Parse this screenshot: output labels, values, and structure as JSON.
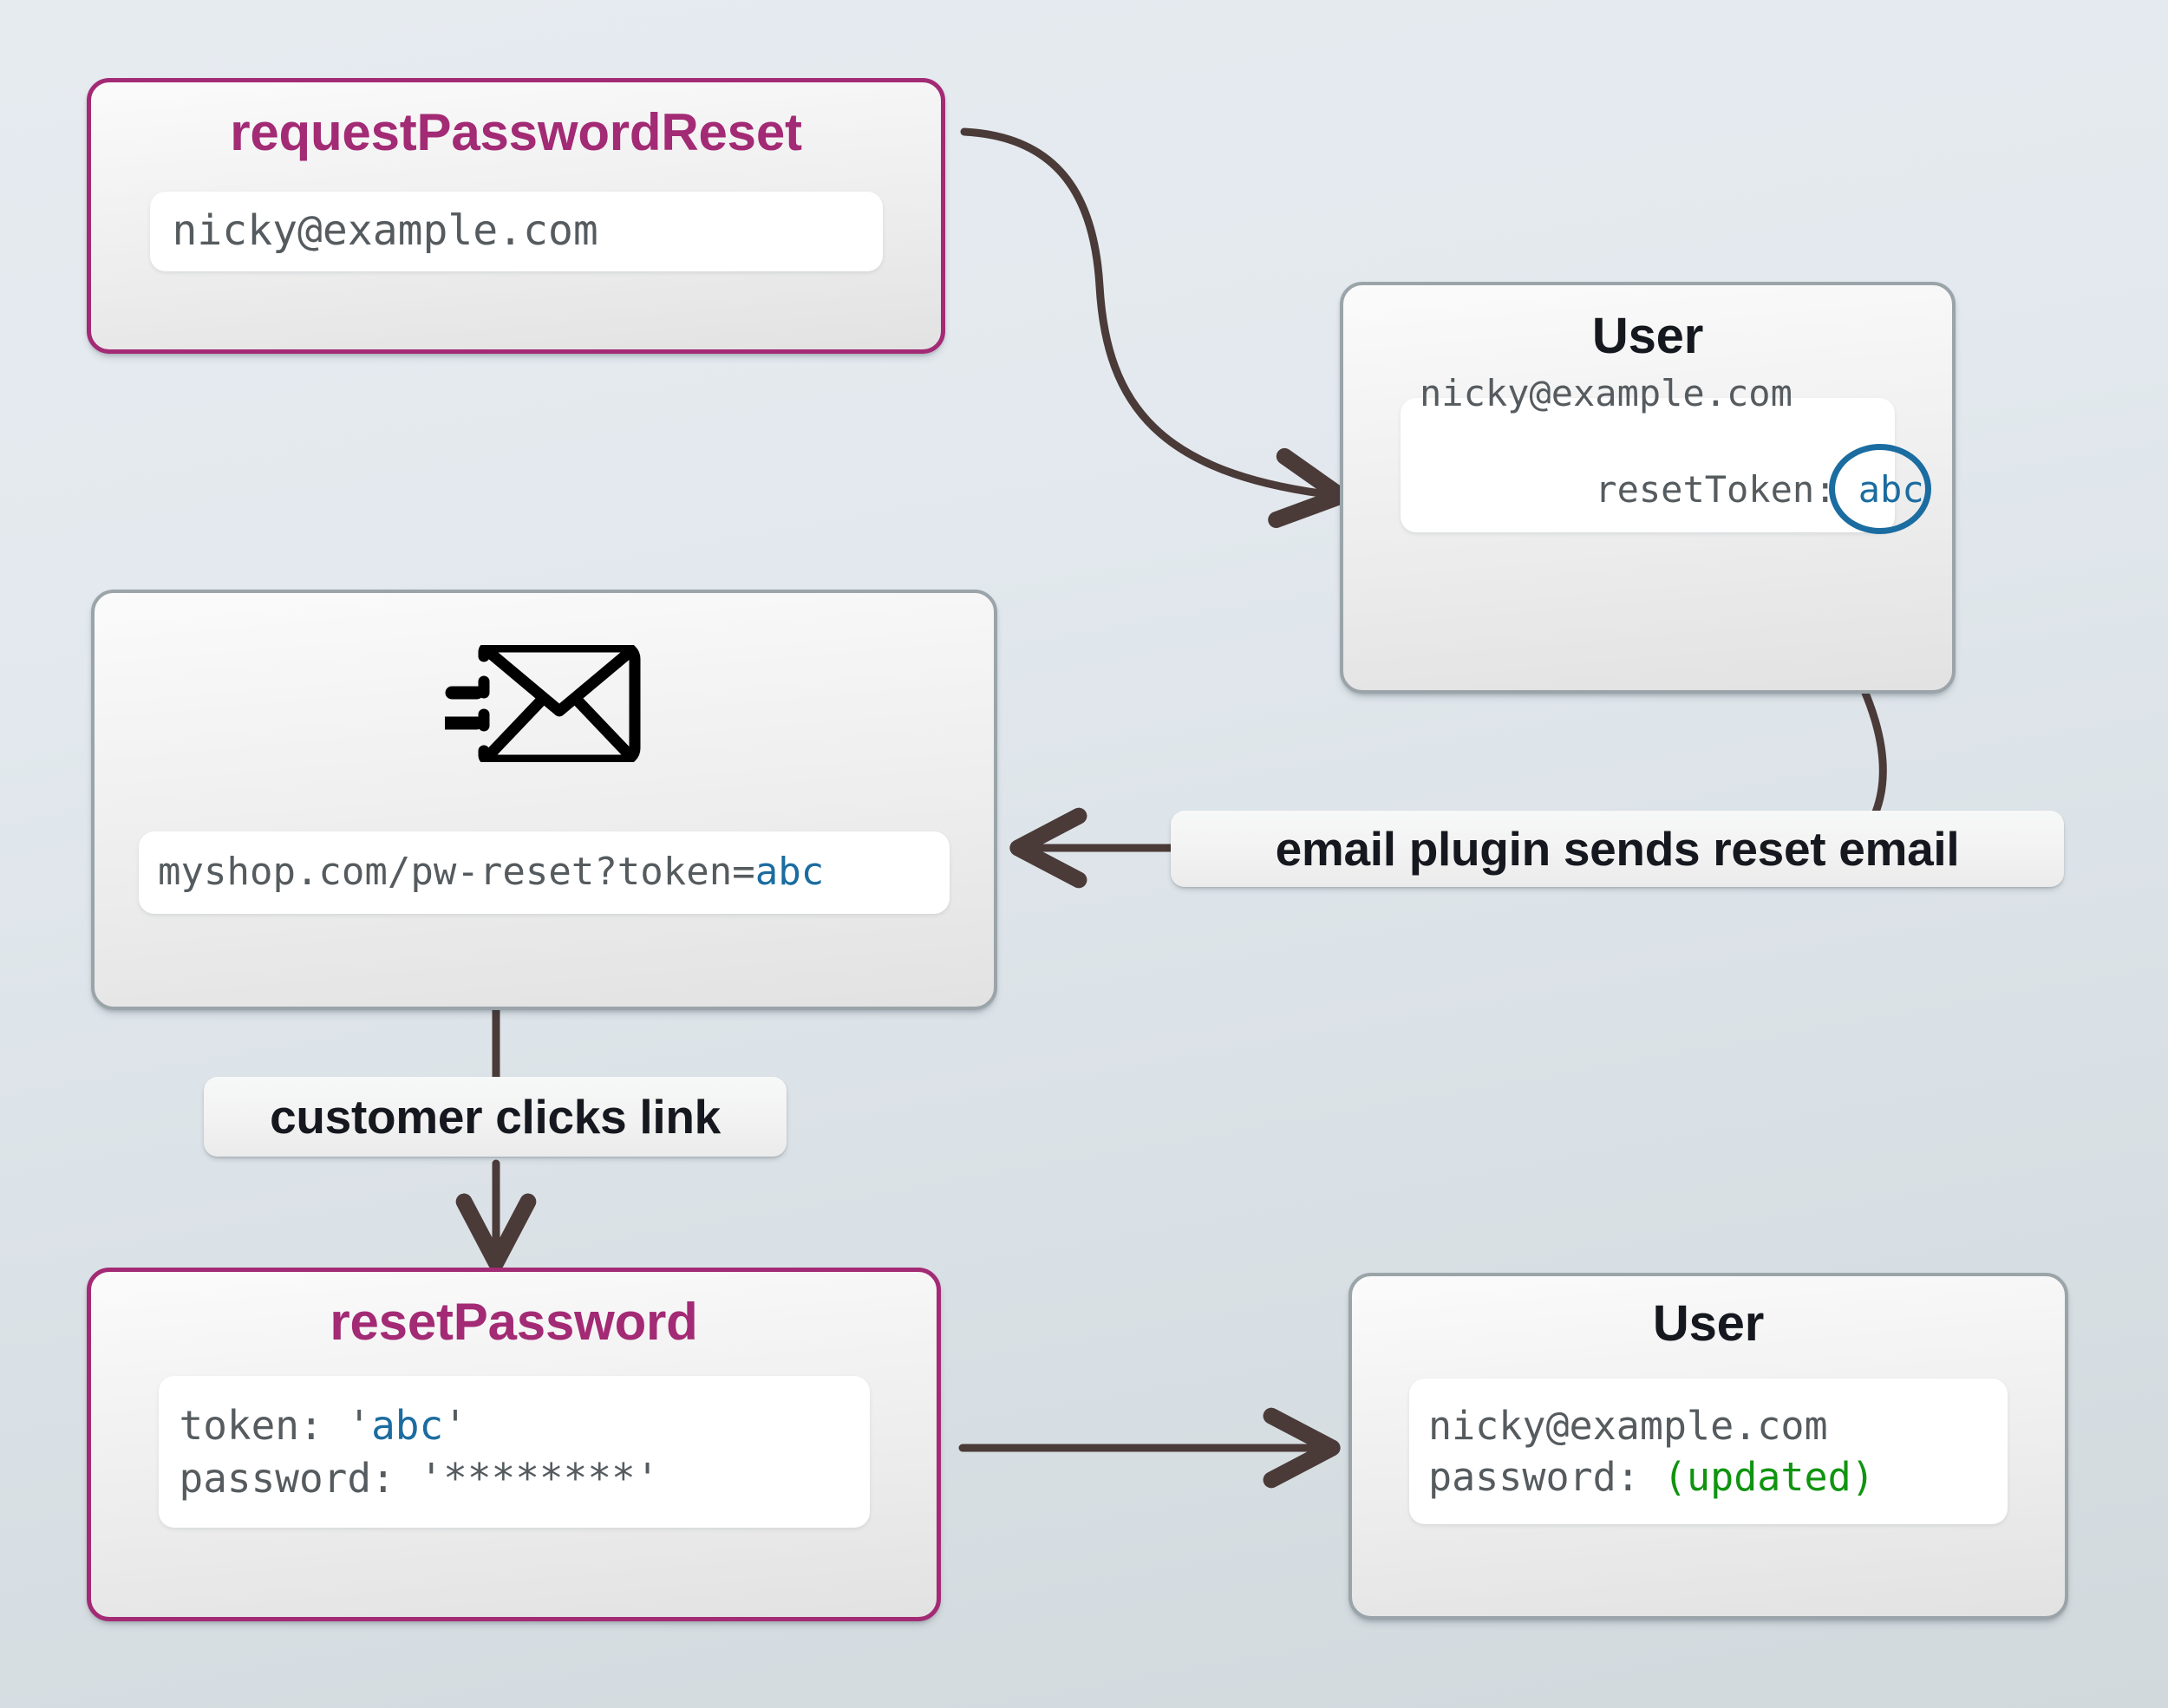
{
  "theme": {
    "background_top": "#e6ebf0",
    "background_bottom": "#d1d9dd",
    "accent_pink": "#a32a74",
    "accent_blue": "#1b6ca0",
    "accent_green": "#109410",
    "node_border_gray": "#9aa4a9",
    "arrow_color": "#4a3a38"
  },
  "nodes": {
    "request_password_reset": {
      "title": "requestPasswordReset",
      "fields": [
        {
          "text": "nicky@example.com"
        }
      ]
    },
    "user_top": {
      "title": "User",
      "email": "nicky@example.com",
      "token_label": "resetToken:",
      "token_value": "abc",
      "token_circled": true
    },
    "email_message": {
      "icon": "send-email-icon",
      "link_prefix": "myshop.com/pw-reset?token=",
      "link_token": "abc"
    },
    "reset_password": {
      "title": "resetPassword",
      "token_label": "token:",
      "token_value": "'abc'",
      "token_quote_open": "'",
      "token_quote_close": "'",
      "token_inner": "abc",
      "password_label": "password:",
      "password_value": "'********'"
    },
    "user_bottom": {
      "title": "User",
      "email": "nicky@example.com",
      "password_label": "password:",
      "password_value": "(updated)"
    }
  },
  "edges": [
    {
      "id": "edge-request-to-user",
      "label": ""
    },
    {
      "id": "edge-user-to-plugin",
      "label": ""
    },
    {
      "id": "edge-plugin-to-email",
      "label": "email plugin sends reset email"
    },
    {
      "id": "edge-email-to-reset",
      "label": "customer clicks link"
    },
    {
      "id": "edge-reset-to-user",
      "label": ""
    }
  ],
  "labels": {
    "email_plugin": "email plugin sends reset email",
    "customer_clicks": "customer clicks link"
  }
}
